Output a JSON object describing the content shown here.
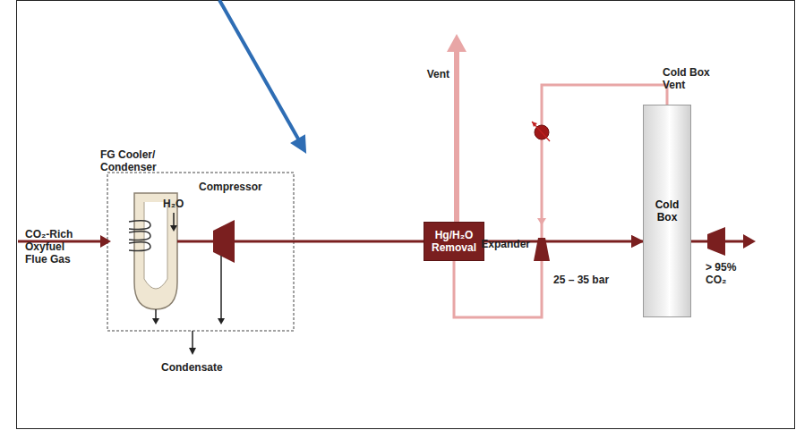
{
  "diagram": {
    "nodes": [
      {
        "text": [
          "Hg/H₂O Removal"
        ]
      },
      {
        "text": [
          "Cold Box"
        ]
      }
    ],
    "edges": [
      {
        "from": 0,
        "to": 1,
        "arrow": "to"
      },
      {
        "from": 1,
        "to": 0,
        "arrow": "none"
      }
    ],
    "labels": [
      "Vent",
      "Cold Box Vent",
      "FG Cooler/ Condenser",
      "Compressor",
      "H₂O",
      "CO₂-Rich Oxyfuel Flue Gas",
      "Expander",
      "25 – 35 bar",
      "> 95% CO₂",
      "Condensate"
    ]
  }
}
